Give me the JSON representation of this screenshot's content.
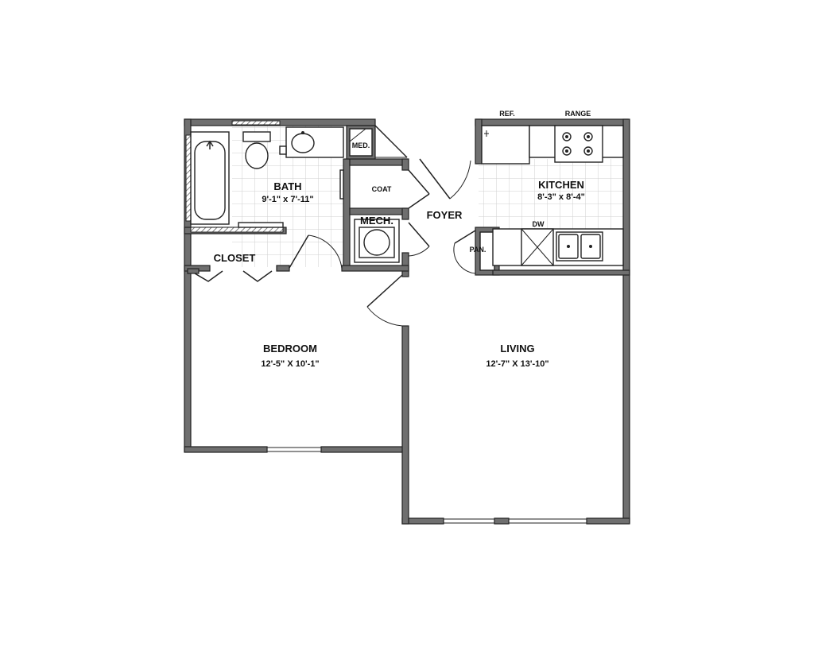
{
  "rooms": {
    "bath": {
      "name": "BATH",
      "dims": "9'-1\" x 7'-11\""
    },
    "kitchen": {
      "name": "KITCHEN",
      "dims": "8'-3\" x 8'-4\""
    },
    "bedroom": {
      "name": "BEDROOM",
      "dims": "12'-5\" X 10'-1\""
    },
    "living": {
      "name": "LIVING",
      "dims": "12'-7\" X 13'-10\""
    },
    "foyer": {
      "name": "FOYER"
    },
    "closet": {
      "name": "CLOSET"
    },
    "coat": {
      "name": "COAT"
    },
    "mech": {
      "name": "MECH."
    },
    "med": {
      "name": "MED."
    },
    "pantry": {
      "name": "PAN."
    }
  },
  "appliances": {
    "ref": "REF.",
    "range": "RANGE",
    "dw": "DW"
  }
}
